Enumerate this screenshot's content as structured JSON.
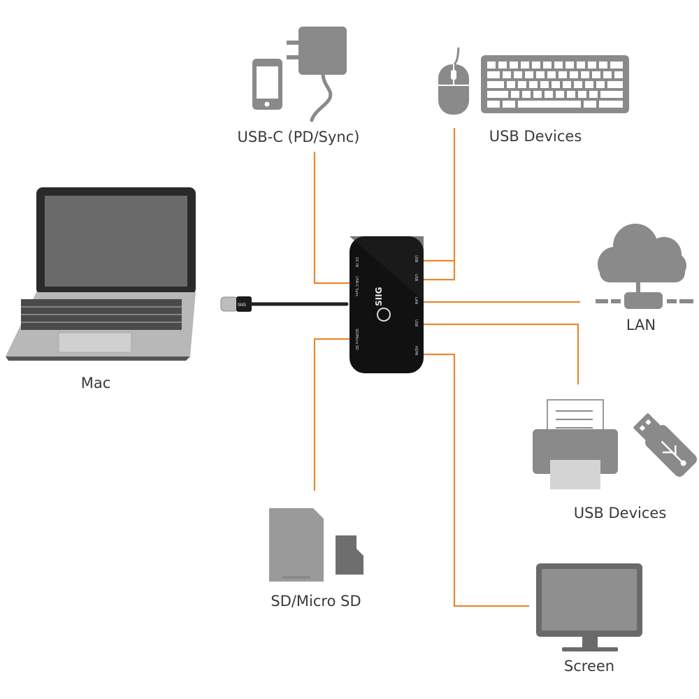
{
  "labels": {
    "usb_c": "USB-C (PD/Sync)",
    "usb_devices_top": "USB Devices",
    "mac": "Mac",
    "lan": "LAN",
    "usb_devices_bottom": "USB Devices",
    "sd": "SD/Micro SD",
    "screen": "Screen"
  },
  "hub": {
    "brand": "SIIG",
    "left_ports": [
      "DC IN",
      "USB-C Sync",
      "SD/Micro SD"
    ],
    "right_ports": [
      "USB",
      "USB",
      "LAN",
      "USB",
      "HDMI"
    ]
  },
  "cable": {
    "plug_brand": "SIIG"
  },
  "colors": {
    "connector": "#e8892e",
    "icon_gray": "#8a8a8a",
    "hub_body": "#111111",
    "text": "#3a3a3a"
  }
}
